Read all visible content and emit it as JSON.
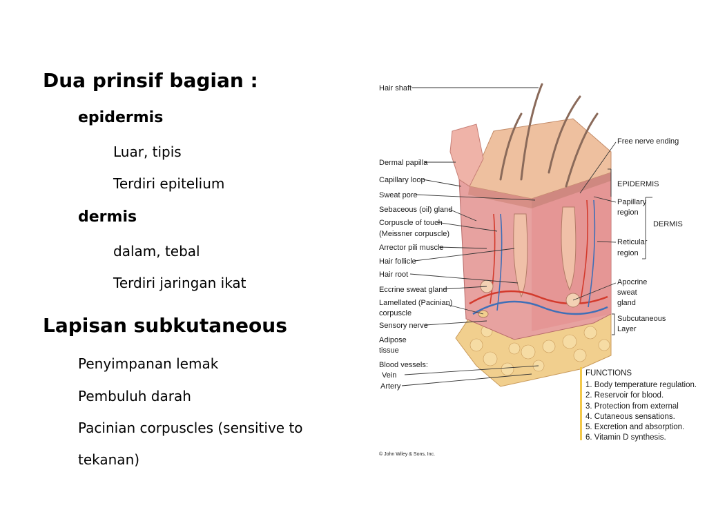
{
  "outline": {
    "heading1": "Dua prinsif bagian :",
    "epidermis": {
      "title": "epidermis",
      "points": [
        "Luar, tipis",
        "Terdiri epitelium"
      ]
    },
    "dermis": {
      "title": "dermis",
      "points": [
        "dalam, tebal",
        "Terdiri jaringan ikat"
      ]
    },
    "heading2": "Lapisan subkutaneous",
    "subcutaneous_points": [
      "Penyimpanan lemak",
      "Pembuluh darah",
      "Pacinian corpuscles (sensitive to",
      "tekanan)"
    ]
  },
  "figure": {
    "left_labels": [
      "Hair shaft",
      "Dermal papilla",
      "Capillary loop",
      "Sweat pore",
      "Sebaceous (oil) gland",
      "Corpuscle of touch",
      "(Meissner corpuscle)",
      "Arrector pili muscle",
      "Hair follicle",
      "Hair root",
      "Eccrine sweat gland",
      "Lamellated (Pacinian)",
      "corpuscle",
      "Sensory nerve",
      "Adipose",
      "tissue",
      "Blood vessels:",
      "Vein",
      "Artery"
    ],
    "right_labels": {
      "free_nerve": "Free nerve ending",
      "epidermis": "EPIDERMIS",
      "papillary1": "Papillary",
      "papillary2": "region",
      "dermis": "DERMIS",
      "reticular1": "Reticular",
      "reticular2": "region",
      "apocrine1": "Apocrine",
      "apocrine2": "sweat",
      "apocrine3": "gland",
      "subcut1": "Subcutaneous",
      "subcut2": "Layer"
    },
    "functions": {
      "title": "FUNCTIONS",
      "items": [
        "1. Body temperature regulation.",
        "2. Reservoir for blood.",
        "3. Protection from external",
        "4. Cutaneous sensations.",
        "5. Excretion and absorption.",
        "6. Vitamin D synthesis."
      ]
    },
    "copyright": "© John Wiley & Sons, Inc.",
    "colors": {
      "epidermis": "#e8b89a",
      "dermis": "#e7a2a0",
      "fat": "#f1cf8e",
      "artery": "#d33a2c",
      "vein": "#3f6fb7",
      "accent_bar": "#f2c84b"
    }
  }
}
